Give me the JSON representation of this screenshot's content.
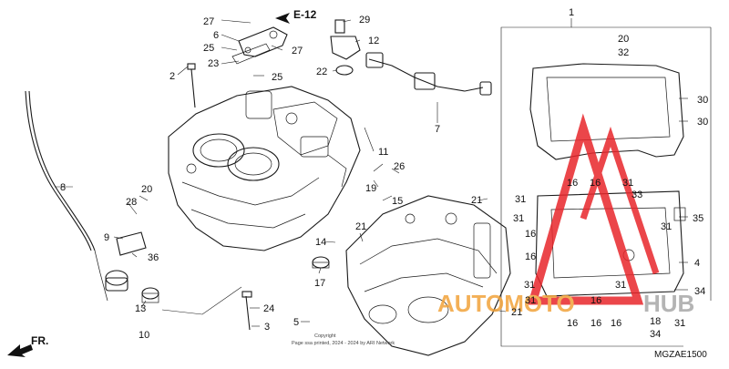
{
  "diagram": {
    "ref_label": "E-12",
    "drawing_code": "MGZAE1500",
    "direction_label": "FR.",
    "copyright_lines": [
      "Copyright",
      "Page ssa printed, 2024 - 2024 by ARI Network"
    ],
    "callouts": [
      {
        "id": "c1",
        "text": "1"
      },
      {
        "id": "c2",
        "text": "2"
      },
      {
        "id": "c3",
        "text": "3"
      },
      {
        "id": "c4",
        "text": "4"
      },
      {
        "id": "c5",
        "text": "5"
      },
      {
        "id": "c6",
        "text": "6"
      },
      {
        "id": "c7",
        "text": "7"
      },
      {
        "id": "c8",
        "text": "8"
      },
      {
        "id": "c9",
        "text": "9"
      },
      {
        "id": "c10",
        "text": "10"
      },
      {
        "id": "c11",
        "text": "11"
      },
      {
        "id": "c12",
        "text": "12"
      },
      {
        "id": "c13",
        "text": "13"
      },
      {
        "id": "c14",
        "text": "14"
      },
      {
        "id": "c15",
        "text": "15"
      },
      {
        "id": "c16a",
        "text": "16"
      },
      {
        "id": "c16b",
        "text": "16"
      },
      {
        "id": "c16c",
        "text": "16"
      },
      {
        "id": "c16d",
        "text": "16"
      },
      {
        "id": "c16e",
        "text": "16"
      },
      {
        "id": "c16f",
        "text": "16"
      },
      {
        "id": "c16g",
        "text": "16"
      },
      {
        "id": "c16h",
        "text": "16"
      },
      {
        "id": "c17",
        "text": "17"
      },
      {
        "id": "c18",
        "text": "18"
      },
      {
        "id": "c19",
        "text": "19"
      },
      {
        "id": "c20a",
        "text": "20"
      },
      {
        "id": "c20b",
        "text": "20"
      },
      {
        "id": "c21a",
        "text": "21"
      },
      {
        "id": "c21b",
        "text": "21"
      },
      {
        "id": "c21c",
        "text": "21"
      },
      {
        "id": "c22",
        "text": "22"
      },
      {
        "id": "c23",
        "text": "23"
      },
      {
        "id": "c24",
        "text": "24"
      },
      {
        "id": "c25a",
        "text": "25"
      },
      {
        "id": "c25b",
        "text": "25"
      },
      {
        "id": "c26",
        "text": "26"
      },
      {
        "id": "c27a",
        "text": "27"
      },
      {
        "id": "c27b",
        "text": "27"
      },
      {
        "id": "c28",
        "text": "28"
      },
      {
        "id": "c29",
        "text": "29"
      },
      {
        "id": "c30a",
        "text": "30"
      },
      {
        "id": "c30b",
        "text": "30"
      },
      {
        "id": "c31a",
        "text": "31"
      },
      {
        "id": "c31b",
        "text": "31"
      },
      {
        "id": "c31c",
        "text": "31"
      },
      {
        "id": "c31d",
        "text": "31"
      },
      {
        "id": "c31e",
        "text": "31"
      },
      {
        "id": "c31f",
        "text": "31"
      },
      {
        "id": "c31g",
        "text": "31"
      },
      {
        "id": "c31h",
        "text": "31"
      },
      {
        "id": "c32",
        "text": "32"
      },
      {
        "id": "c33",
        "text": "33"
      },
      {
        "id": "c34a",
        "text": "34"
      },
      {
        "id": "c34b",
        "text": "34"
      },
      {
        "id": "c35",
        "text": "35"
      },
      {
        "id": "c36",
        "text": "36"
      }
    ]
  },
  "watermark": {
    "text_part1": "AUTOMOTO",
    "text_part2": "HUB",
    "color_red": "#e8262b",
    "color_orange": "#f2a33a",
    "color_gray": "#a7a7a7"
  }
}
